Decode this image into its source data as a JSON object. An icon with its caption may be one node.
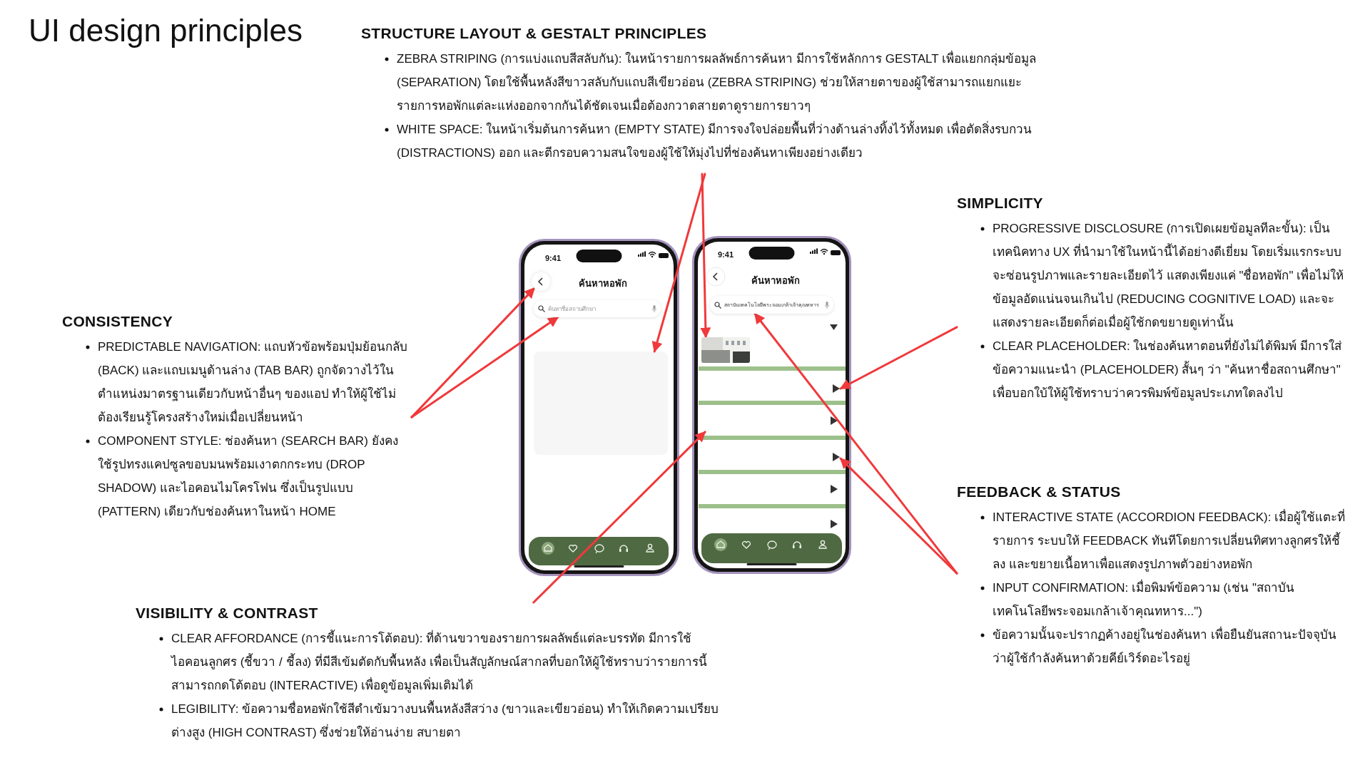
{
  "diagram": {
    "title": "UI design principles",
    "nodes": [
      {
        "text": [
          "STRUCTURE LAYOUT & GESTALT PRINCIPLES",
          "ZEBRA STRIPING (การแบ่งแถบสีสลับกัน): ในหน้ารายการผลลัพธ์การค้นหา มีการใช้หลักการ GESTALT เพื่อแยกกลุ่มข้อมูล (SEPARATION) โดยใช้พื้นหลังสีขาวสลับกับแถบสีเขียวอ่อน (ZEBRA STRIPING) ช่วยให้สายตาของผู้ใช้สามารถแยกแยะรายการหอพักแต่ละแห่งออกจากกันได้ชัดเจนเมื่อต้องกวาดสายตาดูรายการยาวๆ",
          "WHITE SPACE: ในหน้าเริ่มต้นการค้นหา (EMPTY STATE) มีการจงใจปล่อยพื้นที่ว่างด้านล่างทิ้งไว้ทั้งหมด เพื่อตัดสิ่งรบกวน (DISTRACTIONS) ออก และตีกรอบความสนใจของผู้ใช้ให้มุ่งไปที่ช่องค้นหาเพียงอย่างเดียว"
        ]
      },
      {
        "text": [
          "CONSISTENCY",
          "PREDICTABLE NAVIGATION: แถบหัวข้อพร้อมปุ่มย้อนกลับ (BACK) และแถบเมนูด้านล่าง (TAB BAR) ถูกจัดวางไว้ในตำแหน่งมาตรฐานเดียวกับหน้าอื่นๆ ของแอป ทำให้ผู้ใช้ไม่ต้องเรียนรู้โครงสร้างใหม่เมื่อเปลี่ยนหน้า",
          "COMPONENT STYLE: ช่องค้นหา (SEARCH BAR) ยังคงใช้รูปทรงแคปซูลขอบมนพร้อมเงาตกกระทบ (DROP SHADOW) และไอคอนไมโครโฟน ซึ่งเป็นรูปแบบ (PATTERN) เดียวกับช่องค้นหาในหน้า HOME"
        ]
      },
      {
        "text": [
          "SIMPLICITY",
          "PROGRESSIVE DISCLOSURE (การเปิดเผยข้อมูลทีละขั้น): เป็นเทคนิคทาง UX ที่นำมาใช้ในหน้านี้ได้อย่างดีเยี่ยม โดยเริ่มแรกระบบจะซ่อนรูปภาพและรายละเอียดไว้ แสดงเพียงแค่ \"ชื่อหอพัก\" เพื่อไม่ให้ข้อมูลอัดแน่นจนเกินไป (REDUCING COGNITIVE LOAD) และจะแสดงรายละเอียดก็ต่อเมื่อผู้ใช้กดขยายดูเท่านั้น",
          "CLEAR PLACEHOLDER: ในช่องค้นหาตอนที่ยังไม่ได้พิมพ์ มีการใส่ข้อความแนะนำ (PLACEHOLDER) สั้นๆ ว่า \"ค้นหาชื่อสถานศึกษา\" เพื่อบอกใบ้ให้ผู้ใช้ทราบว่าควรพิมพ์ข้อมูลประเภทใดลงไป"
        ]
      },
      {
        "text": [
          "FEEDBACK & STATUS",
          "INTERACTIVE STATE (ACCORDION FEEDBACK): เมื่อผู้ใช้แตะที่รายการ ระบบให้ FEEDBACK ทันทีโดยการเปลี่ยนทิศทางลูกศรให้ชี้ลง และขยายเนื้อหาเพื่อแสดงรูปภาพตัวอย่างหอพัก",
          "INPUT CONFIRMATION: เมื่อพิมพ์ข้อความ (เช่น \"สถาบันเทคโนโลยีพระจอมเกล้าเจ้าคุณทหาร...\")",
          "ข้อความนั้นจะปรากฏค้างอยู่ในช่องค้นหา เพื่อยืนยันสถานะปัจจุบันว่าผู้ใช้กำลังค้นหาด้วยคีย์เวิร์ดอะไรอยู่"
        ]
      },
      {
        "text": [
          "VISIBILITY & CONTRAST",
          "CLEAR AFFORDANCE (การชี้แนะการโต้ตอบ): ที่ด้านขวาของรายการผลลัพธ์แต่ละบรรทัด มีการใช้ไอคอนลูกศร (ชี้ขวา / ชี้ลง) ที่มีสีเข้มตัดกับพื้นหลัง เพื่อเป็นสัญลักษณ์สากลที่บอกให้ผู้ใช้ทราบว่ารายการนี้สามารถกดโต้ตอบ (INTERACTIVE) เพื่อดูข้อมูลเพิ่มเติมได้",
          "LEGIBILITY: ข้อความชื่อหอพักใช้สีดำเข้มวางบนพื้นหลังสีสว่าง (ขาวและเขียวอ่อน) ทำให้เกิดความเปรียบต่างสูง (HIGH CONTRAST) ซึ่งช่วยให้อ่านง่าย สบายตา"
        ]
      },
      {
        "text": [
          "9:41",
          "ค้นหาหอพัก"
        ]
      },
      {
        "text": [],
        "shape": "circle",
        "in": 5
      },
      {
        "text": [
          "ค้นหาชื่อสถานศึกษา"
        ],
        "in": 5
      },
      {
        "text": [
          "9:41",
          "ค้นหาหอพัก"
        ]
      },
      {
        "text": [
          "สถาบันเทคโนโลยีพระจอมเกล้าเจ้าคุณทหาร"
        ],
        "in": 8
      },
      {
        "text": [],
        "shape": "picture",
        "in": 8
      },
      {
        "text": [],
        "shape": "triangle",
        "in": 8
      },
      {
        "text": [],
        "shape": "triangle",
        "in": 8
      },
      {
        "text": [],
        "shape": "box",
        "in": 5
      }
    ],
    "edges": [
      {
        "from": 0,
        "to": 13,
        "arrow": "to"
      },
      {
        "from": 0,
        "to": 10,
        "arrow": "to"
      },
      {
        "from": 1,
        "to": 6,
        "arrow": "to"
      },
      {
        "from": 1,
        "to": 7,
        "arrow": "to"
      },
      {
        "from": 2,
        "to": 11,
        "arrow": "to"
      },
      {
        "from": 3,
        "to": 9,
        "arrow": "to"
      },
      {
        "from": 3,
        "to": 12,
        "arrow": "to"
      },
      {
        "from": 4,
        "to": 8,
        "arrow": "to"
      }
    ]
  }
}
